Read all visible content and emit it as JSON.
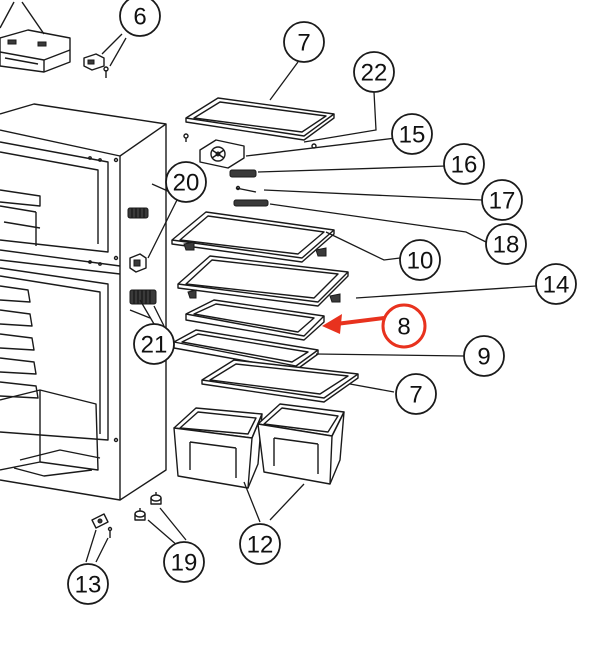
{
  "colors": {
    "line": "#1a1a1a",
    "highlight": "#e8321e",
    "background": "#ffffff"
  },
  "callouts": {
    "c6": "6",
    "c7_top": "7",
    "c22": "22",
    "c15": "15",
    "c16": "16",
    "c17": "17",
    "c18": "18",
    "c20": "20",
    "c10": "10",
    "c14": "14",
    "c8": "8",
    "c9": "9",
    "c21": "21",
    "c7_bottom": "7",
    "c12": "12",
    "c19": "19",
    "c13": "13"
  },
  "highlighted_callout": "8"
}
